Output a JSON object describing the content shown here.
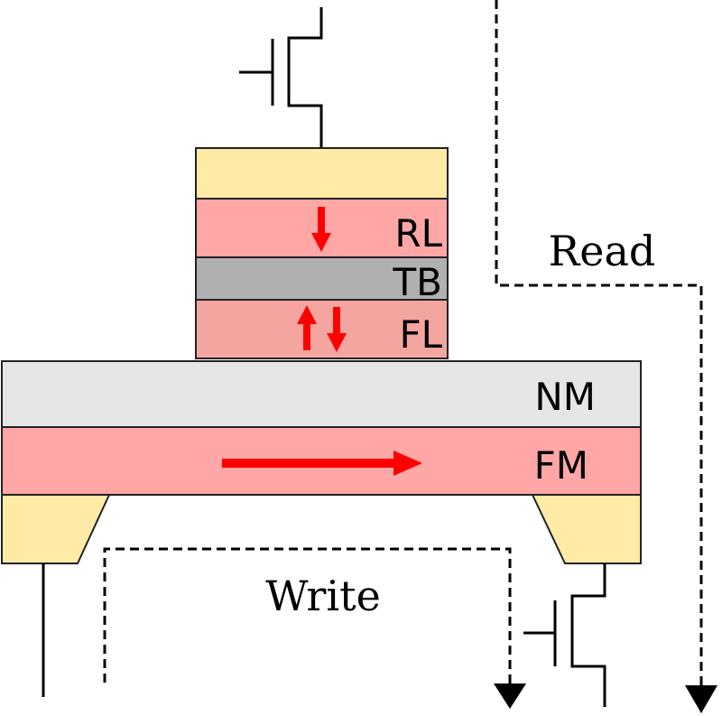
{
  "layers": {
    "rl": "RL",
    "tb": "TB",
    "fl": "FL",
    "nm": "NM",
    "fm": "FM"
  },
  "paths": {
    "read": "Read",
    "write": "Write"
  },
  "colors": {
    "contact": "#ffeaa6",
    "rl": "#ffa6a6",
    "tb": "#b0b0b0",
    "fl": "#f5a5a0",
    "nm": "#e6e6e6",
    "fm": "#ffa6a6",
    "magnetization_arrow": "#ff0000"
  }
}
